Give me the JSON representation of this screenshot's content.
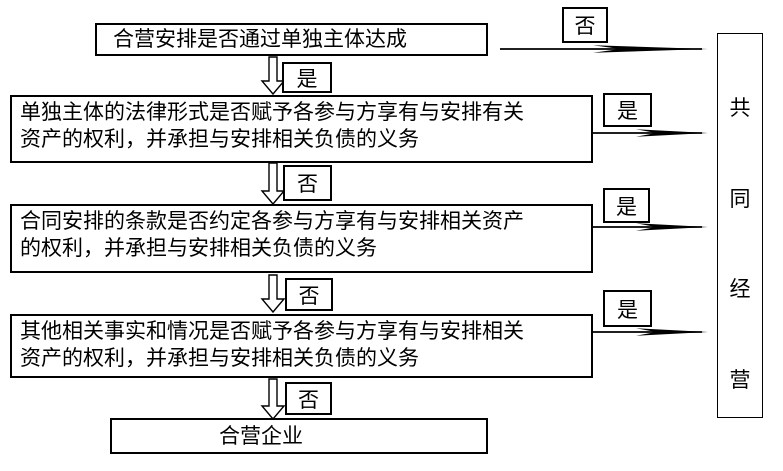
{
  "diagram": {
    "question1": "合营安排是否通过单独主体达成",
    "question2_line1": "单独主体的法律形式是否赋予各参与方享有与安排有关",
    "question2_line2": "资产的权利，并承担与安排相关负债的义务",
    "question3_line1": "合同安排的条款是否约定各参与方享有与安排相关资产",
    "question3_line2": "的权利，并承担与安排相关负债的义务",
    "question4_line1": "其他相关事实和情况是否赋予各参与方享有与安排相关",
    "question4_line2": "资产的权利，并承担与安排相关负债的义务",
    "result_joint_venture": "合营企业",
    "result_joint_operation_chars": [
      "共",
      "同",
      "经",
      "营"
    ],
    "edge_labels": {
      "q1_no": "否",
      "q1_yes": "是",
      "q2_yes": "是",
      "q2_no": "否",
      "q3_yes": "是",
      "q3_no": "否",
      "q4_yes": "是",
      "q4_no": "否"
    },
    "colors": {
      "line": "#000000",
      "box_border": "#000000",
      "background": "#ffffff",
      "text": "#000000"
    }
  }
}
